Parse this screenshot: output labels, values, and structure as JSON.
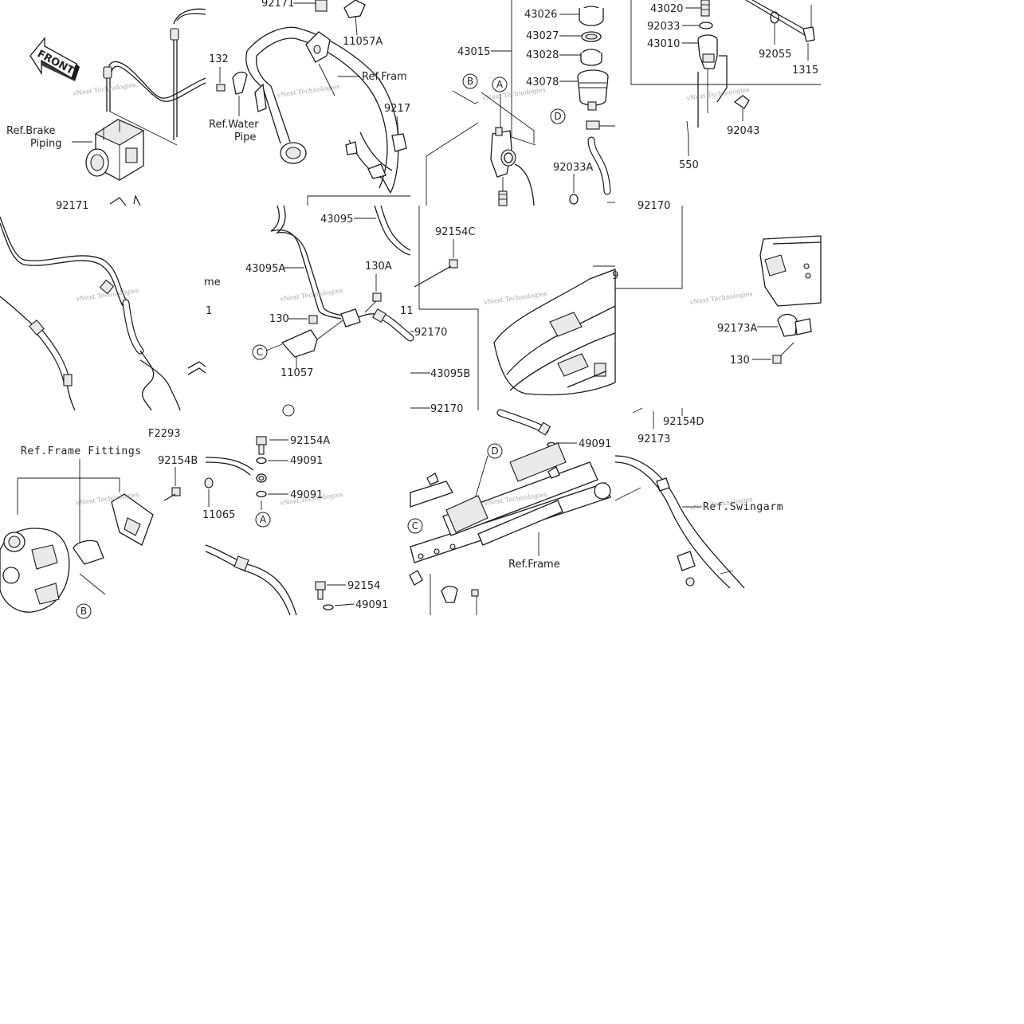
{
  "diagram_code": "F2293",
  "watermark": "vNext Technologies",
  "front_arrow": {
    "text": "FRONT"
  },
  "callout_letters": {
    "a": "A",
    "b": "B",
    "c": "C",
    "d": "D"
  },
  "ref_labels": {
    "brake_piping_1": "Ref.Brake",
    "brake_piping_2": "Piping",
    "water_pipe_1": "Ref.Water",
    "water_pipe_2": "Pipe",
    "frame_top": "Ref.Fram",
    "frame_fittings": "Ref.Frame Fittings",
    "frame_bottom": "Ref.Frame",
    "swingarm": "Ref.Swingarm",
    "frame_mid": "me"
  },
  "parts": {
    "p92171_top": "92171",
    "p92171_left": "92171",
    "p11057A": "11057A",
    "p132": "132",
    "p9217_r": "9217",
    "p43026": "43026",
    "p43027": "43027",
    "p43028": "43028",
    "p43078": "43078",
    "p43015": "43015",
    "p92033A": "92033A",
    "p43020": "43020",
    "p92033": "92033",
    "p43010": "43010",
    "p92055": "92055",
    "p1315": "1315",
    "p92043": "92043",
    "p550": "550",
    "p92170_top": "92170",
    "p43095": "43095",
    "p43095A": "43095A",
    "p130A": "130A",
    "p11_cut": "11",
    "p130_mid": "130",
    "p11057": "11057",
    "p92170_a": "92170",
    "p43095B": "43095B",
    "p92170_b": "92170",
    "p92154C": "92154C",
    "p9_cut": "9",
    "p92173A": "92173A",
    "p130_r": "130",
    "p92173": "92173",
    "p92154D": "92154D",
    "p92154B": "92154B",
    "p11065": "11065",
    "p92154A": "92154A",
    "p49091_1": "49091",
    "p49091_2": "49091",
    "p92154": "92154",
    "p49091_3": "49091",
    "p49091_4": "49091",
    "p1_cut": "1"
  }
}
